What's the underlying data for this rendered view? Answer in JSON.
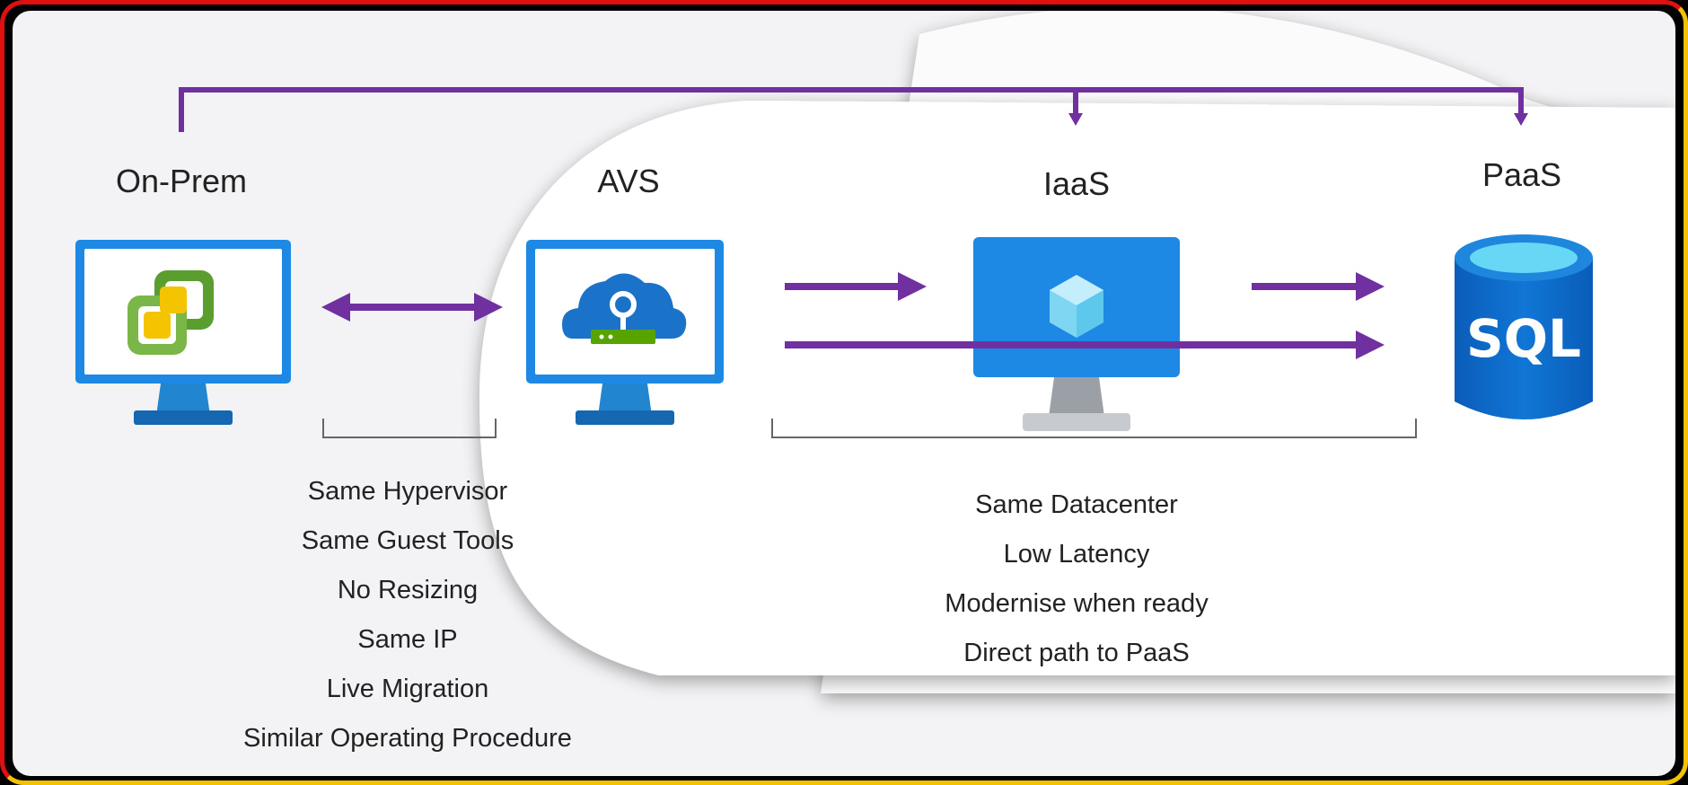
{
  "diagram": {
    "stages": [
      {
        "label": "On-Prem",
        "icon": "vsphere-monitor-icon"
      },
      {
        "label": "AVS",
        "icon": "avs-cloud-monitor-icon"
      },
      {
        "label": "IaaS",
        "icon": "azure-vm-icon"
      },
      {
        "label": "PaaS",
        "icon": "sql-database-icon"
      }
    ],
    "onprem_to_avs_benefits": [
      "Same Hypervisor",
      "Same Guest Tools",
      "No Resizing",
      "Same IP",
      "Live Migration",
      "Similar Operating Procedure"
    ],
    "avs_to_paas_benefits": [
      "Same Datacenter",
      "Low Latency",
      "Modernise when ready",
      "Direct path to PaaS"
    ],
    "sql_icon_text": "SQL",
    "colors": {
      "arrow": "#7030a0",
      "frame_left": "#e01010",
      "frame_right": "#f2c200",
      "azure_blue": "#0078d4",
      "monitor_blue": "#1e88e5"
    }
  }
}
